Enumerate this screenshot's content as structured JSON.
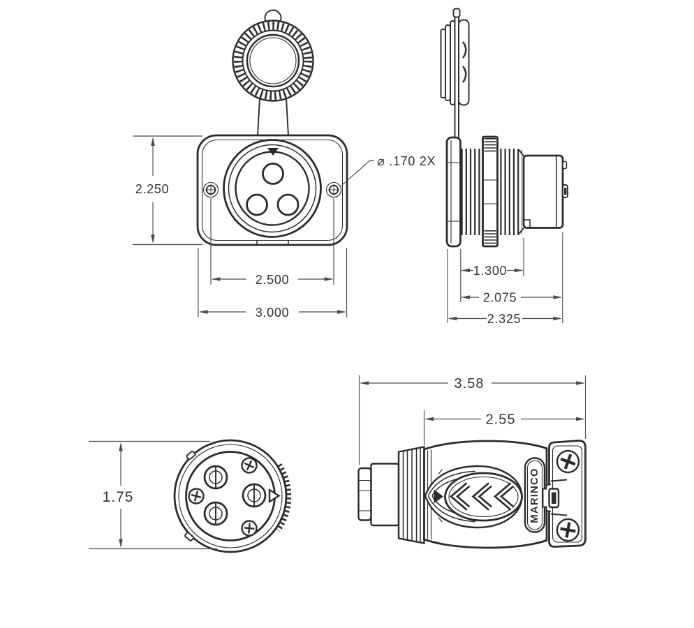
{
  "colors": {
    "ink": "#2b2b2b",
    "dim_lines": "#4a4a4a",
    "text": "#333333",
    "background": "#ffffff"
  },
  "views": {
    "receptacle_front": {
      "dim_height": "2.250",
      "dim_mounting_hole_spacing": "2.500",
      "dim_overall_width": "3.000",
      "mounting_hole_callout": "⌀ .170 2X"
    },
    "receptacle_side": {
      "dim_thread_length": "1.300",
      "dim_body_length": "2.075",
      "dim_overall_depth": "2.325"
    },
    "plug_front": {
      "dim_face_height": "1.75"
    },
    "plug_side": {
      "dim_overall_length": "3.58",
      "dim_body_length": "2.55",
      "brand_label": "MARINCO"
    }
  }
}
